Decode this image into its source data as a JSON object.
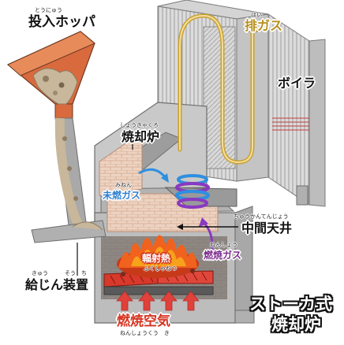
{
  "labels": {
    "hopper": {
      "text": "投入ホッパ",
      "ruby": "とうにゅう"
    },
    "furnace": {
      "text": "焼却炉",
      "ruby": "しょうきゃくろ"
    },
    "exhaust": {
      "text": "排ガス",
      "ruby": "はい"
    },
    "boiler": {
      "text": "ボイラ"
    },
    "unburned": {
      "text": "未燃ガス",
      "ruby": "みねん"
    },
    "ceiling": {
      "text": "中間天井",
      "ruby": "ちゅうかんてんじょう"
    },
    "combustion_gas": {
      "text": "燃焼ガス",
      "ruby": "ねんしょう"
    },
    "radiant": {
      "text": "輻射熱",
      "ruby": "ふくしゃねつ"
    },
    "feeder": {
      "text": "給じん装置",
      "ruby_left": "きゅう",
      "ruby_right": "そう　ち"
    },
    "air": {
      "text": "燃焼空気",
      "ruby": "ねんしょうくう　き"
    }
  },
  "title": {
    "line1": "ストーカ式",
    "line2": "焼却炉"
  },
  "colors": {
    "structure": "#b8b8b8",
    "structure_dark": "#8f8f8f",
    "brick": "#e9c9b3",
    "fire": "#e8561e",
    "flame": "#f7a21b",
    "air_arrow": "#e0413a",
    "gas_arrow": "#c9a030",
    "unburned_text": "#2f7fd0",
    "combustion_text": "#7b2a8c",
    "radiant_text": "#d6331f",
    "swirl_blue": "#2e8fe0",
    "swirl_purple": "#8a39c0"
  }
}
